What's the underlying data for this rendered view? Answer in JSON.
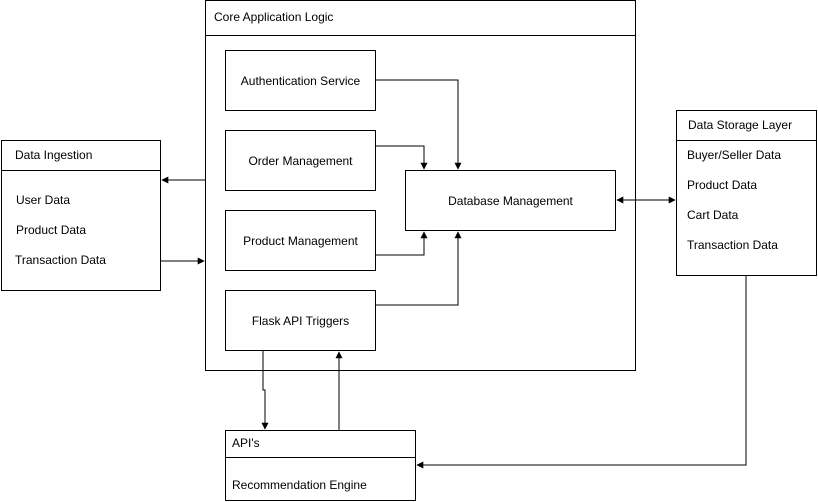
{
  "core": {
    "title": "Core Application Logic",
    "auth": "Authentication Service",
    "order": "Order Management",
    "product": "Product Management",
    "flask": "Flask API Triggers",
    "database": "Database Management"
  },
  "ingestion": {
    "title": "Data Ingestion",
    "items": [
      "User Data",
      "Product Data",
      "Transaction Data"
    ]
  },
  "storage": {
    "title": "Data Storage Layer",
    "items": [
      "Buyer/Seller Data",
      "Product Data",
      "Cart Data",
      "Transaction Data"
    ]
  },
  "apis": {
    "title": "API's",
    "items": [
      "Recommendation Engine"
    ]
  }
}
